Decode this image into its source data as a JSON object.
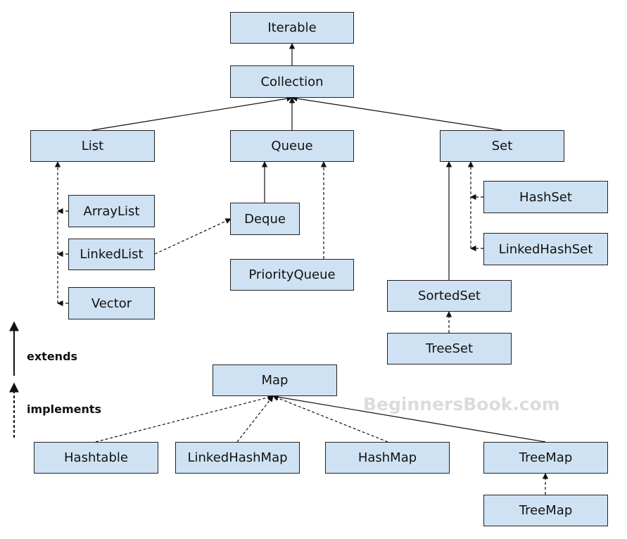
{
  "nodes": {
    "iterable": "Iterable",
    "collection": "Collection",
    "list": "List",
    "queue": "Queue",
    "set": "Set",
    "arraylist": "ArrayList",
    "linkedlist": "LinkedList",
    "vector": "Vector",
    "deque": "Deque",
    "priorityqueue": "PriorityQueue",
    "hashset": "HashSet",
    "linkedhashset": "LinkedHashSet",
    "sortedset": "SortedSet",
    "treeset": "TreeSet",
    "map": "Map",
    "hashtable": "Hashtable",
    "linkedhashmap": "LinkedHashMap",
    "hashmap": "HashMap",
    "treemap": "TreeMap",
    "treemap2": "TreeMap"
  },
  "legend": {
    "extends": "extends",
    "implements": "implements"
  },
  "watermark": "BeginnersBook.com",
  "colors": {
    "box_fill": "#cfe2f3",
    "box_border": "#222222",
    "line": "#111111"
  }
}
